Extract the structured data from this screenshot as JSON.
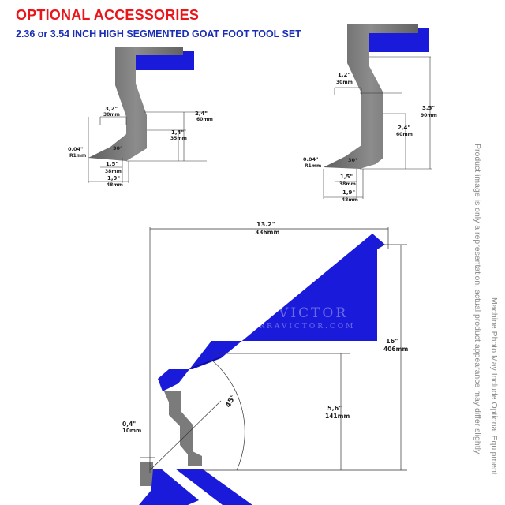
{
  "header": {
    "title": "OPTIONAL ACCESSORIES",
    "subtitle": "2.36 or 3.54 INCH HIGH SEGMENTED GOAT FOOT TOOL SET"
  },
  "disclaimer": {
    "line1": "Product image is only a representation, actual product appearance may differ slightly",
    "line2": "Machine Photo May Include Optional Equipment"
  },
  "watermark": {
    "line1": "SIERRA VICTOR",
    "line2": "WWW.SIERRAVICTOR.COM"
  },
  "colors": {
    "title": "#e8161b",
    "subtitle": "#1b2fb5",
    "holder": "#1a1adb",
    "tool": "#777777"
  },
  "tool_small": {
    "dim_width_top": {
      "in": "3,2\"",
      "mm": "30mm"
    },
    "dim_height": {
      "in": "2,4\"",
      "mm": "60mm"
    },
    "dim_mid": {
      "in": "1,4\"",
      "mm": "35mm"
    },
    "dim_radius": {
      "in": "0.04\"",
      "mm": "R1mm"
    },
    "angle": "30°",
    "dim_base1": {
      "in": "1,5\"",
      "mm": "38mm"
    },
    "dim_base2": {
      "in": "1,9\"",
      "mm": "48mm"
    }
  },
  "tool_large": {
    "dim_width_top": {
      "in": "1,2\"",
      "mm": "30mm"
    },
    "dim_height": {
      "in": "3,5\"",
      "mm": "90mm"
    },
    "dim_mid": {
      "in": "2,4\"",
      "mm": "60mm"
    },
    "dim_radius": {
      "in": "0.04\"",
      "mm": "R1mm"
    },
    "angle": "30°",
    "dim_base1": {
      "in": "1,5\"",
      "mm": "38mm"
    },
    "dim_base2": {
      "in": "1,9\"",
      "mm": "48mm"
    }
  },
  "holder": {
    "dim_width": {
      "in": "13.2\"",
      "mm": "336mm"
    },
    "dim_height": {
      "in": "16\"",
      "mm": "406mm"
    },
    "dim_low": {
      "in": "5,6\"",
      "mm": "141mm"
    },
    "dim_tip": {
      "in": "0,4\"",
      "mm": "10mm"
    },
    "angle": "45°"
  }
}
